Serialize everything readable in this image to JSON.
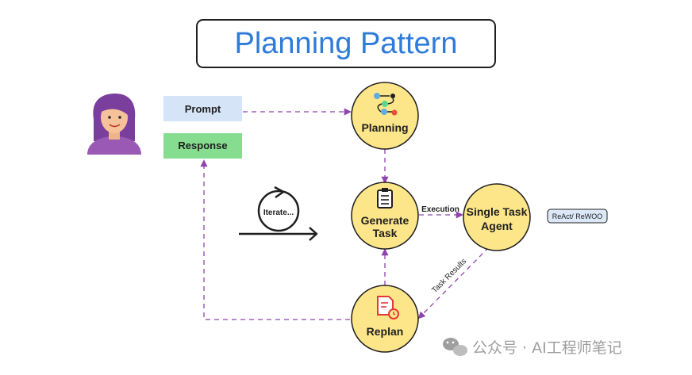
{
  "title": "Planning Pattern",
  "inputs": {
    "prompt": "Prompt",
    "response": "Response"
  },
  "nodes": {
    "planning": "Planning",
    "generate_task_line1": "Generate",
    "generate_task_line2": "Task",
    "single_task_line1": "Single Task",
    "single_task_line2": "Agent",
    "replan": "Replan"
  },
  "edges": {
    "execution": "Execution",
    "task_results": "Task Results"
  },
  "badge": "ReAct/ ReWOO",
  "iterate": "Iterate...",
  "watermark": "公众号 · AI工程师笔记",
  "colors": {
    "title": "#2f7bd9",
    "node_fill": "#fde68a",
    "node_stroke": "#1f1f1f",
    "arrow": "#8e44ad",
    "prompt_fill": "#d6e4f7",
    "response_fill": "#86dc8f",
    "badge_fill": "#dce8f8",
    "replan_icon": "#e53935"
  }
}
